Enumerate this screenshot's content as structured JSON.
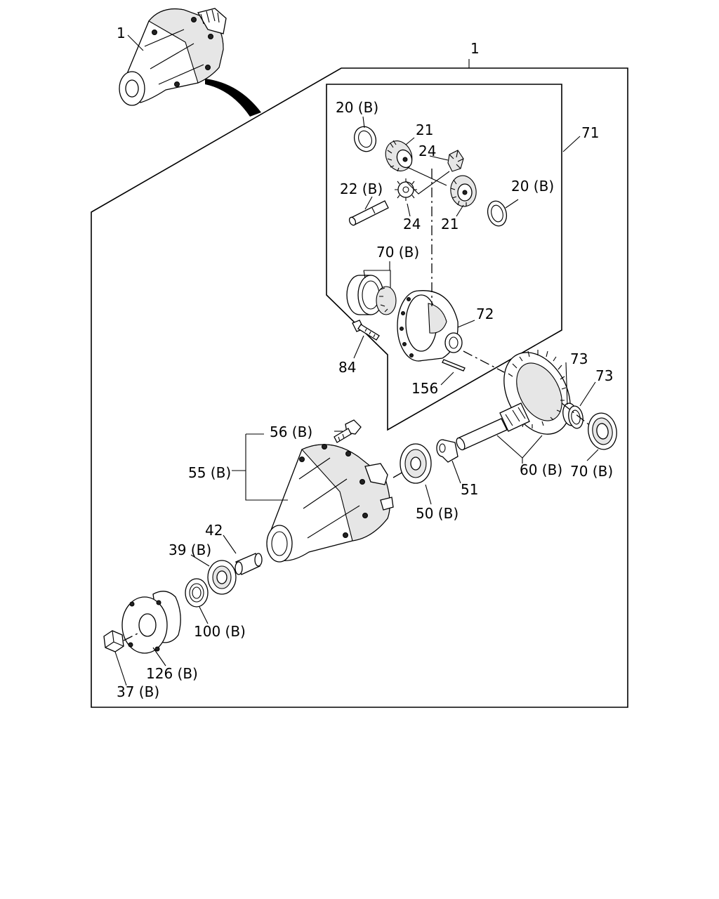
{
  "labels": {
    "assembly_top": "1",
    "assembly_main": "1",
    "thrust_washer_upper": "20 (B)",
    "thrust_washer_right": "20 (B)",
    "side_gear_upper": "21",
    "side_gear_lower": "21",
    "pinion_gear_upper": "24",
    "pinion_gear_lower": "24",
    "cross_shaft": "22 (B)",
    "carrier_bearing_upper": "70 (B)",
    "carrier_bearing_right": "70 (B)",
    "diff_case_assembly": "71",
    "diff_case": "72",
    "case_bolt": "84",
    "lock_pin": "156",
    "shim_a": "73",
    "shim_b": "73",
    "housing_bolt": "56 (B)",
    "carrier_housing": "55 (B)",
    "ring_pinion_set": "60 (B)",
    "pinion_bearing": "50 (B)",
    "collapsible_spacer": "51",
    "spacer": "42",
    "front_bearing": "39 (B)",
    "oil_seal": "100 (B)",
    "companion_flange": "126 (B)",
    "pinion_nut": "37 (B)"
  }
}
